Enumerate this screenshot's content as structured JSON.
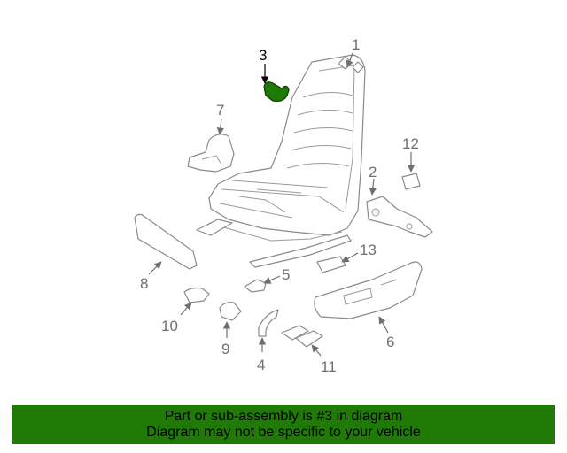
{
  "highlight_color": "#207a06",
  "callouts": {
    "c1": "1",
    "c2": "2",
    "c3": "3",
    "c4": "4",
    "c5": "5",
    "c6": "6",
    "c7": "7",
    "c8": "8",
    "c9": "9",
    "c10": "10",
    "c11": "11",
    "c12": "12",
    "c13": "13"
  },
  "caption": {
    "line1": "Part or sub-assembly is #3 in diagram",
    "line2": "Diagram may not be specific to your vehicle"
  }
}
